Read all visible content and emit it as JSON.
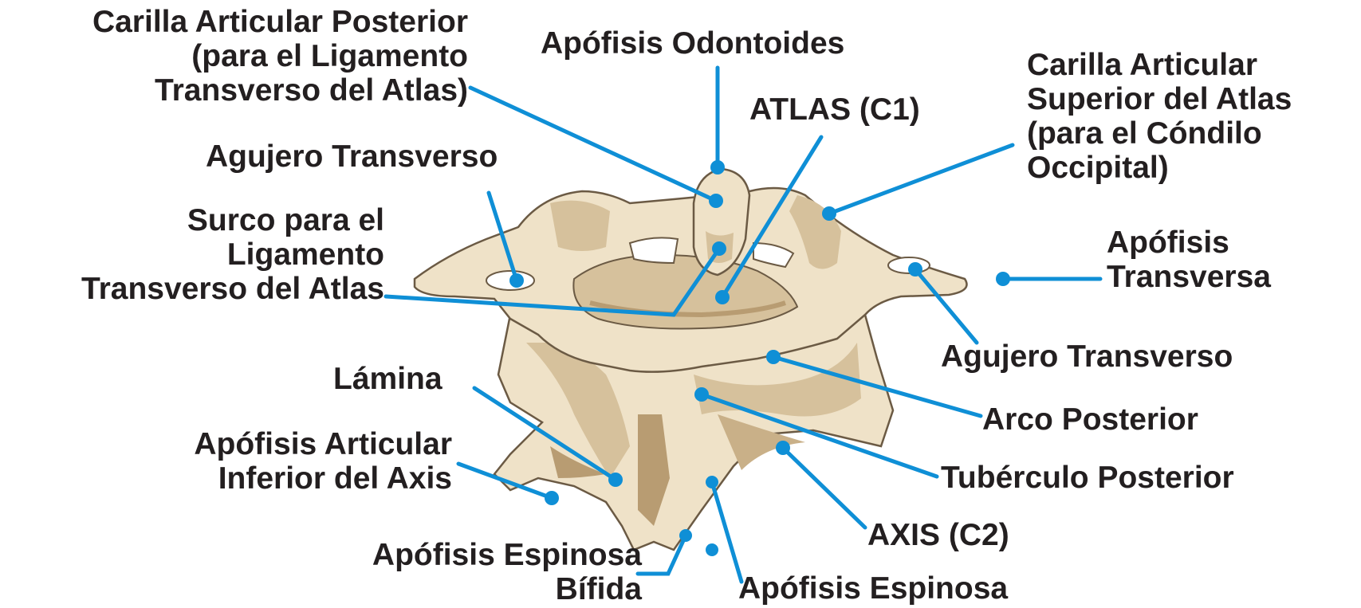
{
  "labels": {
    "carilla_posterior": [
      "Carilla Articular Posterior",
      "(para el Ligamento",
      "Transverso del Atlas)"
    ],
    "odontoides": "Apófisis Odontoides",
    "atlas": "ATLAS (C1)",
    "carilla_superior": [
      "Carilla Articular",
      "Superior del Atlas",
      "(para el Cóndilo",
      "Occipital)"
    ],
    "agujero_transverso_left": "Agujero Transverso",
    "surco": [
      "Surco para el",
      "Ligamento",
      "Transverso del Atlas"
    ],
    "apofisis_transversa": [
      "Apófisis",
      "Transversa"
    ],
    "agujero_transverso_right": "Agujero Transverso",
    "lamina": "Lámina",
    "arco_posterior": "Arco Posterior",
    "apofisis_articular_inferior": [
      "Apófisis Articular",
      "Inferior del Axis"
    ],
    "tuberculo_posterior": "Tubérculo Posterior",
    "axis": "AXIS (C2)",
    "espinosa_bifida": [
      "Apófisis Espinosa",
      "Bífida"
    ],
    "espinosa": "Apófisis Espinosa"
  },
  "colors": {
    "leader": "#0f8fd6",
    "bone_light": "#efe2c8",
    "bone_mid": "#d6c19c",
    "bone_dark": "#b89c72",
    "outline": "#6b5a44",
    "text": "#231f20"
  }
}
